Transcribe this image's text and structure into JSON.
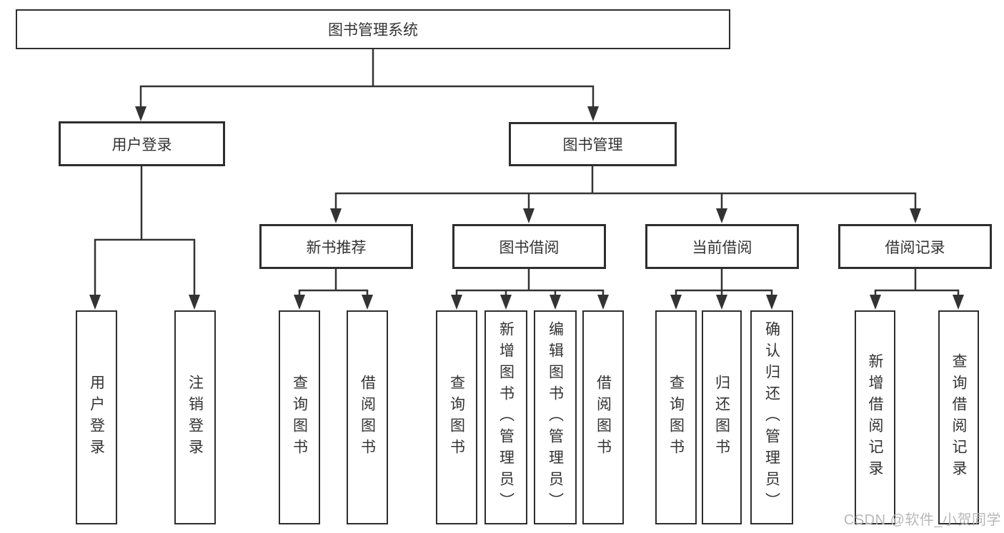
{
  "diagram_title": "图书管理系统",
  "nodes": {
    "root": {
      "label": "图书管理系统"
    },
    "user_login": {
      "label": "用户登录"
    },
    "book_mgmt": {
      "label": "图书管理"
    },
    "new_book_rec": {
      "label": "新书推荐"
    },
    "book_borrow": {
      "label": "图书借阅"
    },
    "current_borrow": {
      "label": "当前借阅"
    },
    "borrow_record": {
      "label": "借阅记录"
    },
    "leaf_user_login": {
      "label": "用户登录"
    },
    "leaf_logout": {
      "label": "注销登录"
    },
    "leaf_nb_query": {
      "label": "查询图书"
    },
    "leaf_nb_borrow": {
      "label": "借阅图书"
    },
    "leaf_bb_query": {
      "label": "查询图书"
    },
    "leaf_bb_add": {
      "label": "新增图书（管理员）"
    },
    "leaf_bb_edit": {
      "label": "编辑图书（管理员）"
    },
    "leaf_bb_borrow": {
      "label": "借阅图书"
    },
    "leaf_cb_query": {
      "label": "查询图书"
    },
    "leaf_cb_return": {
      "label": "归还图书"
    },
    "leaf_cb_confirm": {
      "label": "确认归还（管理员）"
    },
    "leaf_br_add": {
      "label": "新增借阅记录"
    },
    "leaf_br_query": {
      "label": "查询借阅记录"
    }
  },
  "hierarchy": {
    "图书管理系统": {
      "用户登录": [
        "用户登录",
        "注销登录"
      ],
      "图书管理": {
        "新书推荐": [
          "查询图书",
          "借阅图书"
        ],
        "图书借阅": [
          "查询图书",
          "新增图书（管理员）",
          "编辑图书（管理员）",
          "借阅图书"
        ],
        "当前借阅": [
          "查询图书",
          "归还图书",
          "确认归还（管理员）"
        ],
        "借阅记录": [
          "新增借阅记录",
          "查询借阅记录"
        ]
      }
    }
  },
  "watermark": {
    "text": "CSDN @软件_小贺同学"
  },
  "colors": {
    "line": "#333333",
    "box_border": "#2e2e2e",
    "text": "#333333",
    "background": "#ffffff",
    "watermark": "#b8b8b8"
  }
}
